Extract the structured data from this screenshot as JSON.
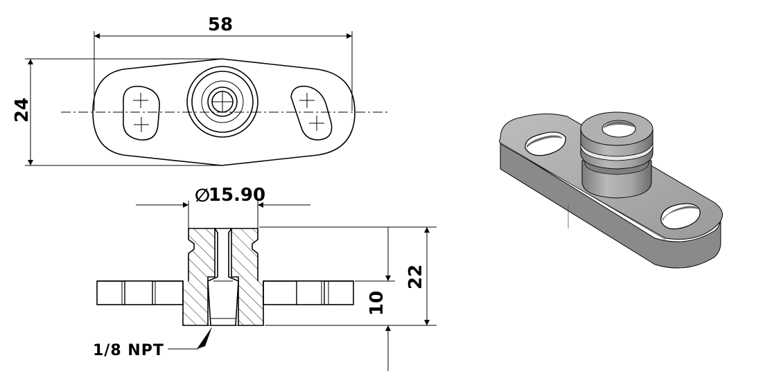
{
  "dimensions": {
    "overall_length": "58",
    "overall_height": "24",
    "boss_diameter": "15.90",
    "diameter_symbol": "∅",
    "total_height": "22",
    "flange_thickness": "10",
    "thread_callout": "1/8 NPT"
  }
}
